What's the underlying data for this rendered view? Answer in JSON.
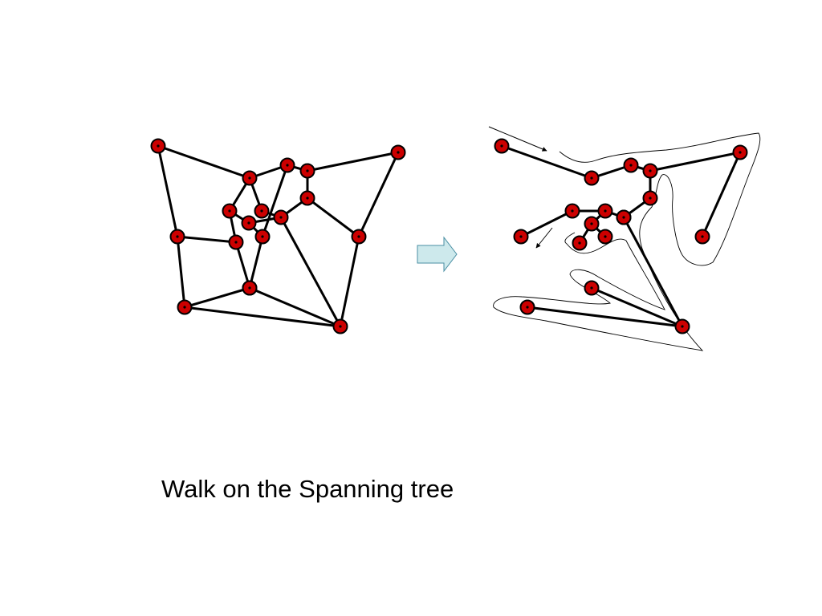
{
  "caption": "Walk on the Spanning tree",
  "colors": {
    "node_fill": "#cc0000",
    "node_stroke": "#000000",
    "edge": "#000000",
    "arrow_fill": "#cde9ec",
    "arrow_stroke": "#4a8fa3",
    "background": "#ffffff"
  },
  "graph": {
    "nodes": [
      "n1",
      "n2",
      "n3",
      "n4",
      "n5",
      "n6",
      "n7",
      "n8",
      "n9",
      "n10",
      "n11",
      "n12",
      "n13",
      "n14",
      "n15",
      "n16",
      "n17",
      "n18"
    ],
    "edges": [
      [
        "n1",
        "n2"
      ],
      [
        "n1",
        "n8"
      ],
      [
        "n2",
        "n3"
      ],
      [
        "n2",
        "n5"
      ],
      [
        "n2",
        "n6"
      ],
      [
        "n3",
        "n4"
      ],
      [
        "n3",
        "n11"
      ],
      [
        "n4",
        "n7"
      ],
      [
        "n4",
        "n17"
      ],
      [
        "n7",
        "n10"
      ],
      [
        "n7",
        "n18"
      ],
      [
        "n10",
        "n9"
      ],
      [
        "n10",
        "n6"
      ],
      [
        "n5",
        "n9"
      ],
      [
        "n5",
        "n8"
      ],
      [
        "n6",
        "n11"
      ],
      [
        "n8",
        "n12"
      ],
      [
        "n8",
        "n13"
      ],
      [
        "n12",
        "n9"
      ],
      [
        "n12",
        "n15"
      ],
      [
        "n13",
        "n14"
      ],
      [
        "n11",
        "n16"
      ],
      [
        "n16",
        "n14"
      ],
      [
        "n14",
        "n15"
      ],
      [
        "n15",
        "n18"
      ],
      [
        "n17",
        "n18"
      ]
    ]
  },
  "spanning_tree": {
    "nodes": [
      "t1",
      "t2",
      "t3",
      "t4",
      "t5",
      "t6",
      "t7",
      "t8",
      "t9",
      "t10",
      "t11",
      "t12",
      "t13",
      "t14",
      "t15",
      "t16",
      "t17",
      "t18"
    ],
    "edges": [
      [
        "t1",
        "t2"
      ],
      [
        "t2",
        "t3"
      ],
      [
        "t3",
        "t4"
      ],
      [
        "t4",
        "t5"
      ],
      [
        "t5",
        "t6"
      ],
      [
        "t4",
        "t7"
      ],
      [
        "t7",
        "t8"
      ],
      [
        "t8",
        "t9"
      ],
      [
        "t9",
        "t10"
      ],
      [
        "t10",
        "t11"
      ],
      [
        "t10",
        "t12"
      ],
      [
        "t9",
        "t13"
      ],
      [
        "t13",
        "t14"
      ],
      [
        "t9",
        "t15"
      ],
      [
        "t15",
        "t16"
      ],
      [
        "t15",
        "t17"
      ],
      [
        "t15",
        "t18"
      ]
    ]
  }
}
